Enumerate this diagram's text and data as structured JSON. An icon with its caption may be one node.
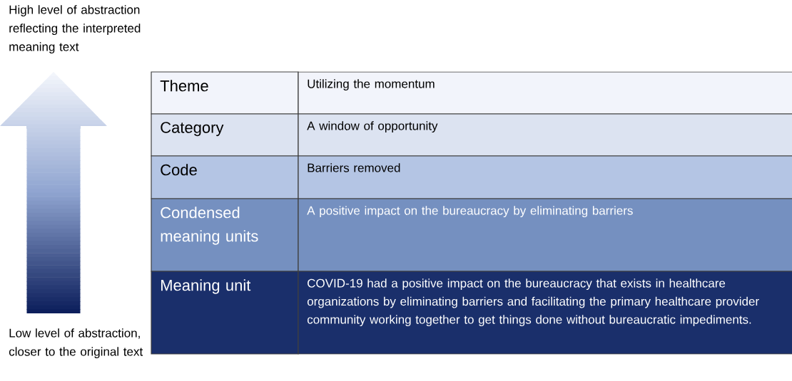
{
  "diagram": {
    "labels": [
      "High level of abstraction reflecting the interpreted meaning text",
      "Theme",
      "Utilizing the momentum",
      "Category",
      "A window of opportunity",
      "Code",
      "Barriers removed",
      "Condensed meaning units",
      "A positive impact on the bureaucracy by eliminating barriers",
      "Meaning unit",
      "COVID-19 had a positive impact on the bureaucracy that exists in healthcare organizations by eliminating barriers and facilitating the primary healthcare provider community working together to get things done without bureaucratic impediments.",
      "Low level of abstraction, closer to the original text"
    ]
  }
}
